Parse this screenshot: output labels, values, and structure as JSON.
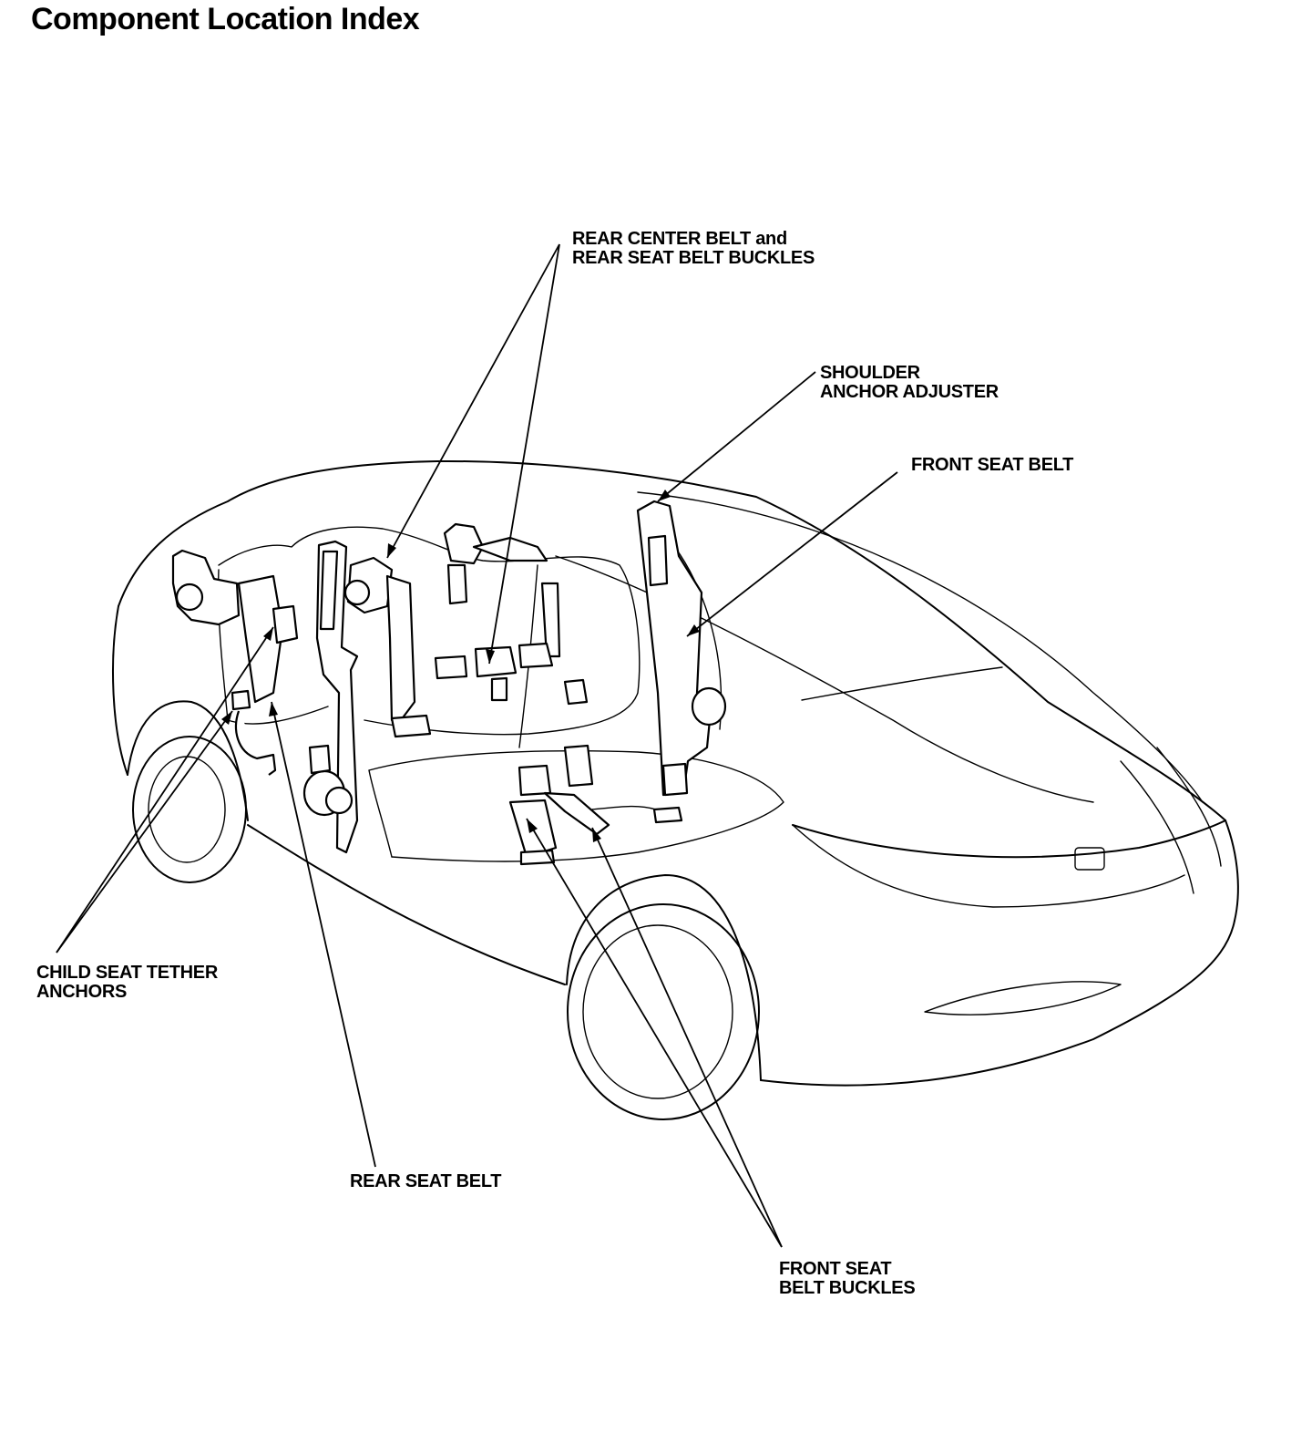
{
  "title": "Component Location Index",
  "callouts": {
    "rear_center_belt": {
      "line1": "REAR CENTER BELT and",
      "line2": "REAR SEAT BELT BUCKLES"
    },
    "shoulder_anchor": {
      "line1": "SHOULDER",
      "line2": "ANCHOR ADJUSTER"
    },
    "front_seat_belt": {
      "line1": "FRONT SEAT BELT"
    },
    "child_seat_tether": {
      "line1": "CHILD SEAT TETHER",
      "line2": "ANCHORS"
    },
    "rear_seat_belt": {
      "line1": "REAR SEAT BELT"
    },
    "front_buckles": {
      "line1": "FRONT SEAT",
      "line2": "BELT BUCKLES"
    }
  }
}
